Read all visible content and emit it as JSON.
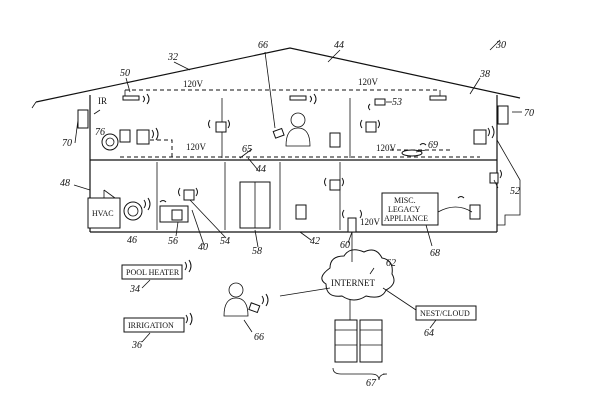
{
  "labels": {
    "voltage_top_left": "120V",
    "voltage_top_right": "120V",
    "voltage_mid_left": "120V",
    "voltage_mid_right": "120V",
    "voltage_node": "120V",
    "ir": "IR",
    "hvac": "HVAC",
    "misc_line1": "MISC.",
    "misc_line2": "LEGACY",
    "misc_line3": "APPLIANCE",
    "pool_heater": "POOL HEATER",
    "irrigation": "IRRIGATION",
    "internet": "INTERNET",
    "nest_cloud": "NEST/CLOUD"
  },
  "refs": {
    "r30": "30",
    "r32": "32",
    "r44a": "44",
    "r66a": "66",
    "r50": "50",
    "r38": "38",
    "r53": "53",
    "r70a": "70",
    "r70b": "70",
    "r76": "76",
    "r65": "65",
    "r44b": "44",
    "r69": "69",
    "r48": "48",
    "r52": "52",
    "r46": "46",
    "r56": "56",
    "r40": "40",
    "r54": "54",
    "r58": "58",
    "r42": "42",
    "r60": "60",
    "r68": "68",
    "r62": "62",
    "r34": "34",
    "r36": "36",
    "r66b": "66",
    "r64": "64",
    "r67": "67"
  }
}
